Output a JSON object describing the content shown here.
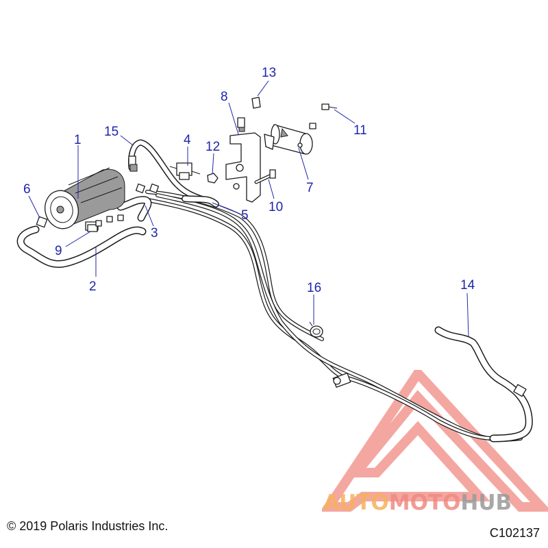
{
  "diagram": {
    "callouts": [
      {
        "id": "callout-1",
        "label": "1"
      },
      {
        "id": "callout-2",
        "label": "2"
      },
      {
        "id": "callout-3",
        "label": "3"
      },
      {
        "id": "callout-4",
        "label": "4"
      },
      {
        "id": "callout-5",
        "label": "5"
      },
      {
        "id": "callout-6",
        "label": "6"
      },
      {
        "id": "callout-7",
        "label": "7"
      },
      {
        "id": "callout-8",
        "label": "8"
      },
      {
        "id": "callout-9",
        "label": "9"
      },
      {
        "id": "callout-10",
        "label": "10"
      },
      {
        "id": "callout-11",
        "label": "11"
      },
      {
        "id": "callout-12",
        "label": "12"
      },
      {
        "id": "callout-13",
        "label": "13"
      },
      {
        "id": "callout-14",
        "label": "14"
      },
      {
        "id": "callout-15",
        "label": "15"
      },
      {
        "id": "callout-16",
        "label": "16"
      }
    ],
    "callout_color": "#1f24a8",
    "line_color": "#1a1a1a"
  },
  "footer": {
    "copyright": "© 2019 Polaris Industries Inc.",
    "code": "C102137"
  },
  "watermark": {
    "part1": "AUTO",
    "part2": "MOTO",
    "part3": "HUB",
    "colors": {
      "triangle": "#f08a82",
      "auto": "#f6b25a",
      "moto": "#f08a82",
      "hub": "#9a9a9a"
    }
  }
}
